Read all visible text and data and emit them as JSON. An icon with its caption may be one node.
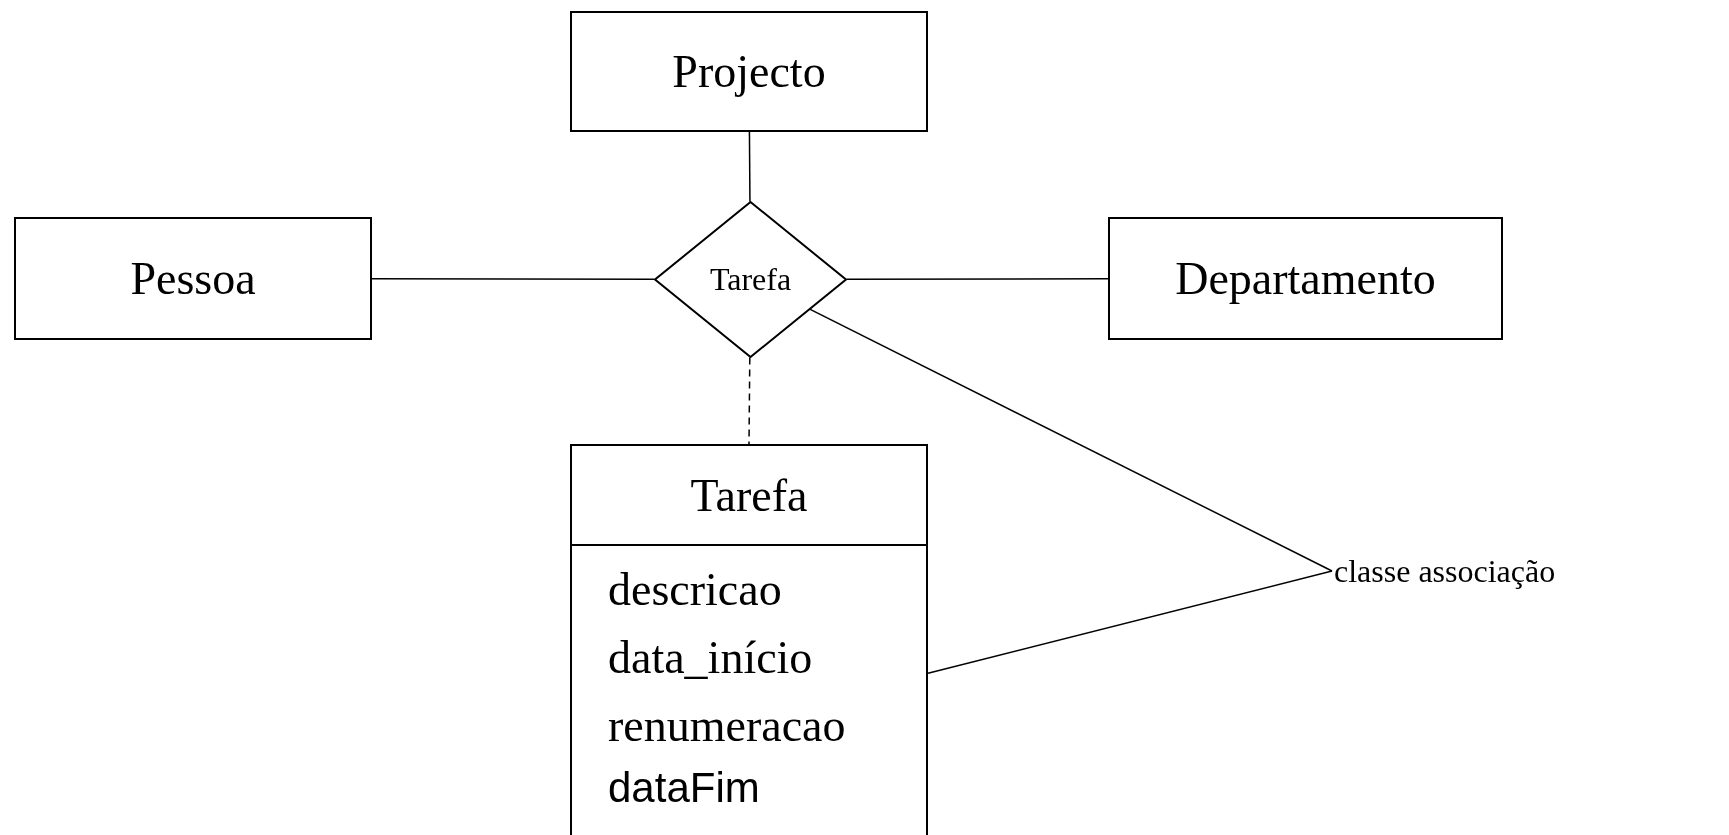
{
  "diagram": {
    "nodes": [
      {
        "text": [
          "Projecto"
        ]
      },
      {
        "text": [
          "Pessoa"
        ]
      },
      {
        "text": [
          "Tarefa"
        ]
      },
      {
        "text": [
          "Departamento"
        ]
      },
      {
        "text": [
          "Tarefa",
          "descricao",
          "data_início",
          "renumeracao",
          "dataFim"
        ]
      },
      {
        "text": [
          "classe associação"
        ]
      }
    ],
    "edges": [
      {
        "from": 0,
        "to": 2,
        "arrow": "none"
      },
      {
        "from": 1,
        "to": 2,
        "arrow": "none"
      },
      {
        "from": 2,
        "to": 3,
        "arrow": "none"
      },
      {
        "from": 2,
        "to": 4,
        "arrow": "none",
        "style": "dashed"
      },
      {
        "from": 5,
        "to": 2,
        "arrow": "none"
      },
      {
        "from": 5,
        "to": 4,
        "arrow": "none"
      }
    ]
  }
}
